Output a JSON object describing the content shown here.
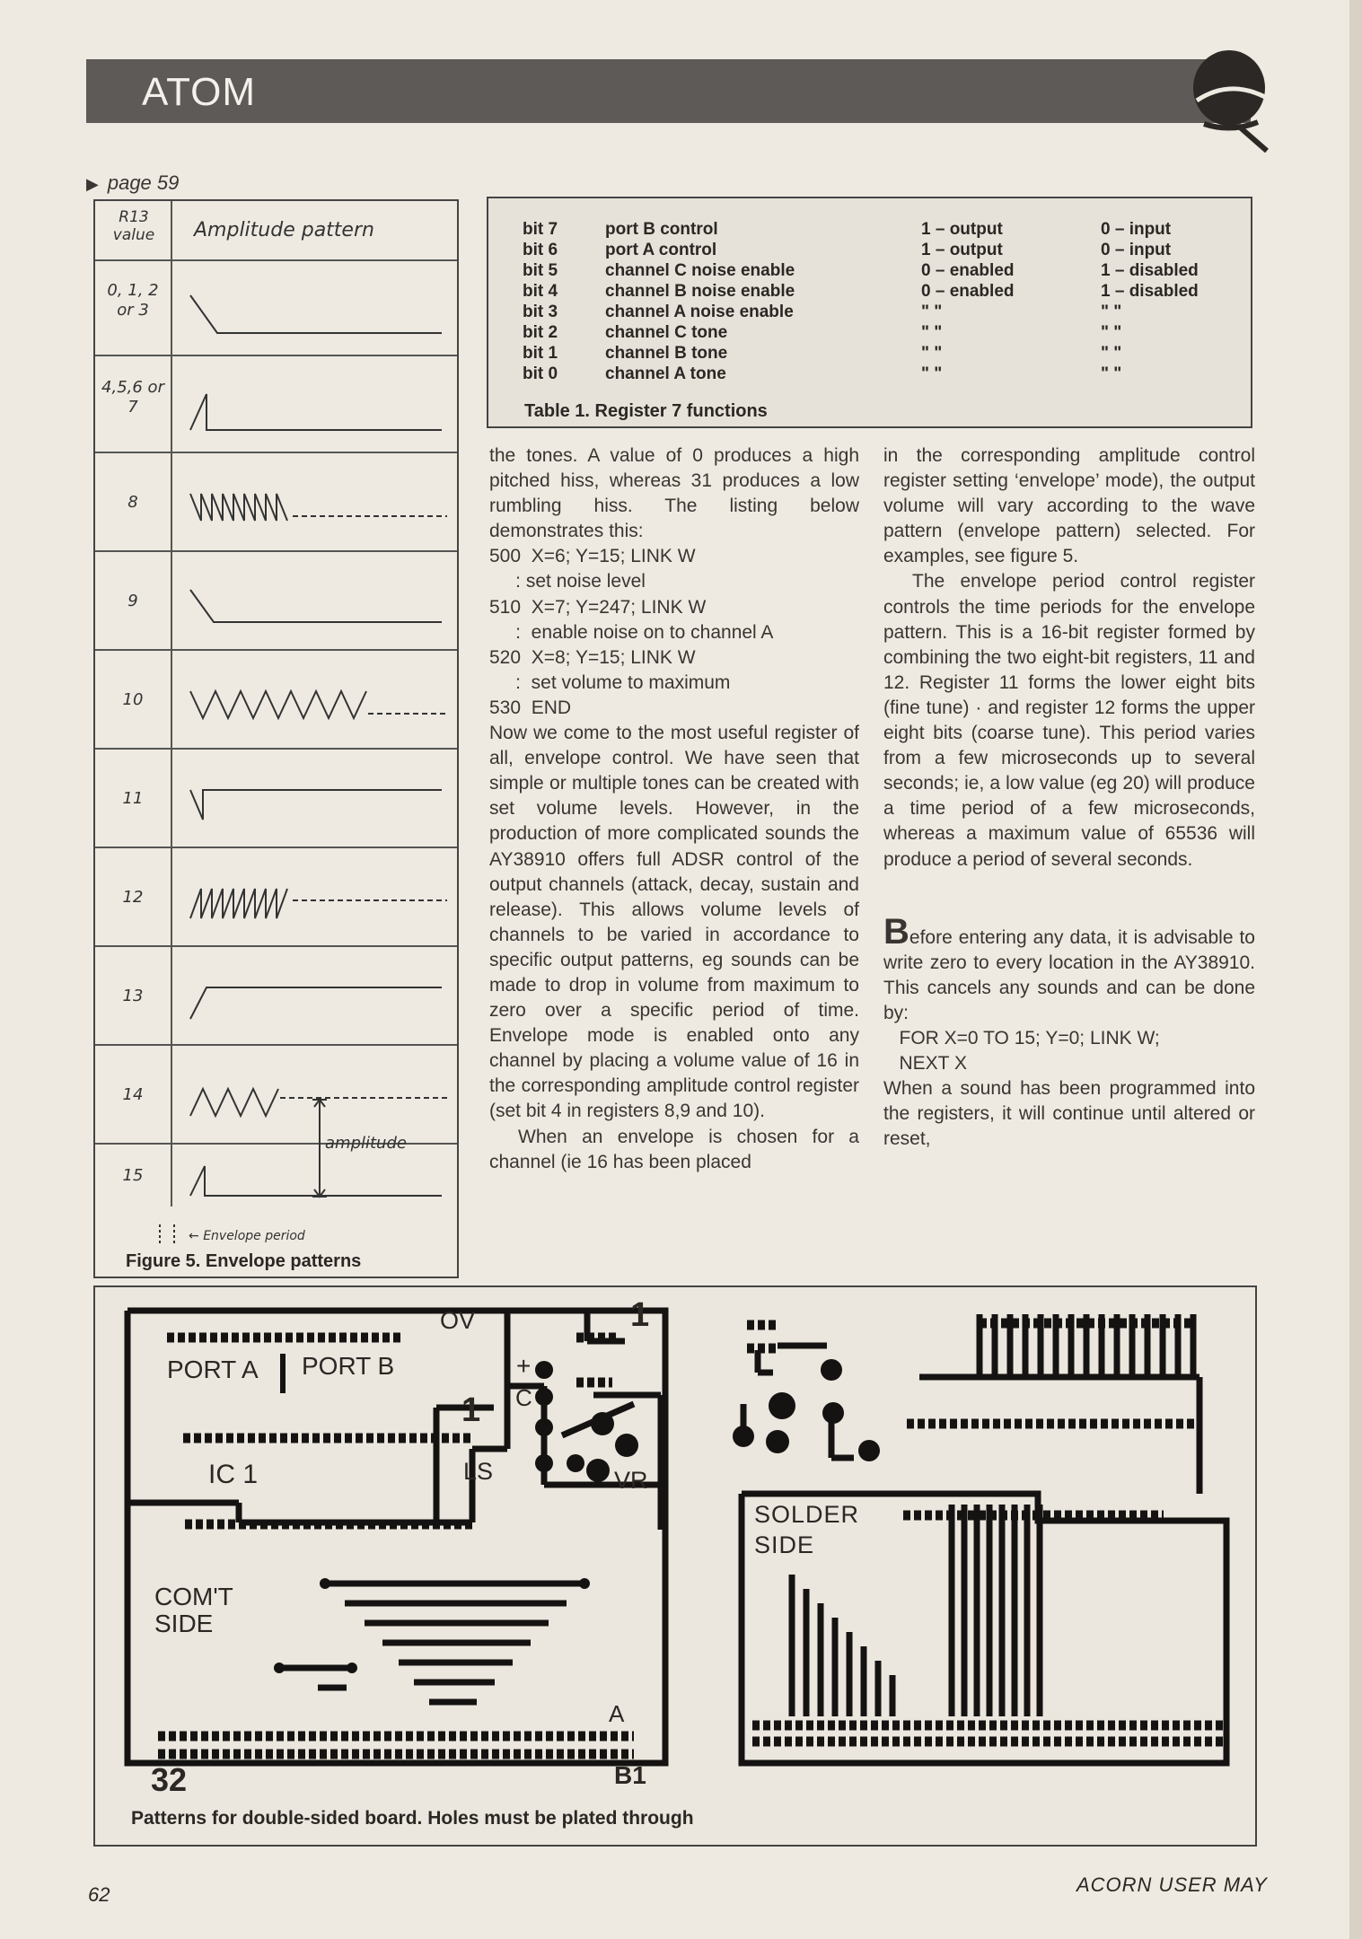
{
  "header": {
    "title": "ATOM"
  },
  "page_ref": "page 59",
  "figure5": {
    "head_r13": "R13 value",
    "head_amp": "Amplitude pattern",
    "rows": [
      {
        "label": "0, 1, 2 or 3"
      },
      {
        "label": "4,5,6 or 7"
      },
      {
        "label": "8"
      },
      {
        "label": "9"
      },
      {
        "label": "10"
      },
      {
        "label": "11"
      },
      {
        "label": "12"
      },
      {
        "label": "13"
      },
      {
        "label": "14"
      },
      {
        "label": "15"
      }
    ],
    "amplitude_label": "amplitude",
    "envelope_period_label": "Envelope period",
    "caption": "Figure 5. Envelope patterns"
  },
  "table1": {
    "rows": [
      {
        "bit": "bit 7",
        "fn": "port B control",
        "one": "1 – output",
        "zero": "0 – input"
      },
      {
        "bit": "bit 6",
        "fn": "port A control",
        "one": "1 – output",
        "zero": "0 – input"
      },
      {
        "bit": "bit 5",
        "fn": "channel C noise enable",
        "one": "0 – enabled",
        "zero": "1 – disabled"
      },
      {
        "bit": "bit 4",
        "fn": "channel B noise enable",
        "one": "0 – enabled",
        "zero": "1 – disabled"
      },
      {
        "bit": "bit 3",
        "fn": "channel A noise enable",
        "one": "\"     \"",
        "zero": "\"     \""
      },
      {
        "bit": "bit 2",
        "fn": "channel C tone",
        "one": "\"     \"",
        "zero": "\"     \""
      },
      {
        "bit": "bit 1",
        "fn": "channel B tone",
        "one": "\"     \"",
        "zero": "\"     \""
      },
      {
        "bit": "bit 0",
        "fn": "channel A tone",
        "one": "\"     \"",
        "zero": "\"     \""
      }
    ],
    "caption": "Table 1. Register 7 functions"
  },
  "col1": {
    "p1": "the tones. A value of 0 produces a high pitched hiss, whereas 31 produces a low rumbling hiss. The listing below demonstrates this:",
    "code": "500  X=6; Y=15; LINK W\n     : set noise level\n510  X=7; Y=247; LINK W\n     :  enable noise on to channel A\n520  X=8; Y=15; LINK W\n     :  set volume to maximum\n530  END",
    "p2": "Now we come to the most useful register of all, envelope control. We have seen that simple or multiple tones can be created with set volume levels. However, in the production of more complicated sounds the AY38910 offers full ADSR control of the output channels (attack, decay, sustain and release). This allows volume levels of channels to be varied in accordance to specific output patterns, eg sounds can be made to drop in volume from maximum to zero over a specific period of time. Envelope mode is enabled onto any channel by placing a volume value of 16 in the corresponding amplitude control register (set bit 4 in registers 8,9 and 10).",
    "p3": "When an envelope is chosen for a channel (ie 16 has been placed"
  },
  "col2": {
    "p1": "in the corresponding amplitude control register setting ‘envelope’ mode), the output volume will vary according to the wave pattern (envelope pattern) selected. For examples, see figure 5.",
    "p2": "The envelope period control register controls the time periods for the envelope pattern. This is a 16-bit register formed by combining the two eight-bit registers, 11 and 12. Register 11 forms the lower eight bits (fine tune) · and register 12 forms the upper eight bits (coarse tune). This period varies from a few microseconds up to several seconds; ie, a low value (eg 20) will produce a time period of a few microseconds, whereas a maximum value of 65536 will produce a period of several seconds.",
    "dropcap": "B",
    "p3": "efore entering any data, it is advisable to write zero to every location in the AY38910. This cancels any sounds and can be done by:",
    "code": "   FOR X=0 TO 15; Y=0; LINK W;\n   NEXT X",
    "p4": "When a sound has been programmed into the registers, it will continue until altered or reset,"
  },
  "board": {
    "labels": {
      "ov": "OV",
      "one_top": "1",
      "port_a": "PORT A",
      "port_b": "PORT B",
      "plus": "+",
      "c": "C",
      "one_mid": "1",
      "ic1": "IC 1",
      "ls": "LS",
      "vr": "VR",
      "comt_side_1": "COM'T",
      "comt_side_2": "SIDE",
      "a": "A",
      "n32": "32",
      "b1": "B1",
      "solder_1": "SOLDER",
      "solder_2": "SIDE"
    },
    "caption": "Patterns for double-sided board. Holes must be plated through"
  },
  "footer": {
    "page_number": "62",
    "magazine": "ACORN USER MAY"
  }
}
